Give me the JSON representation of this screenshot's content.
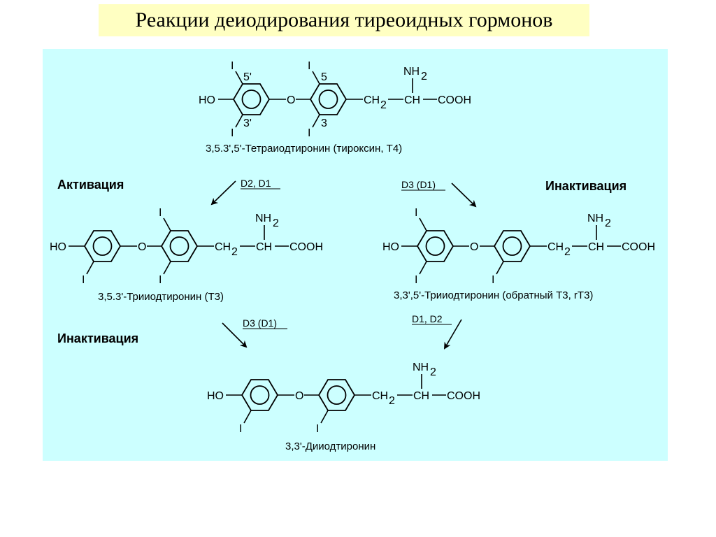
{
  "title": "Реакции деиодирования тиреоидных гормонов",
  "atoms": {
    "HO": "HO",
    "O": "O",
    "I": "I",
    "CH": "CH",
    "COOH": "COOH",
    "NH": "NH",
    "CH2": "CH",
    "sub2": "2"
  },
  "positions": {
    "p5p": "5'",
    "p3p": "3'",
    "p5": "5",
    "p3": "3"
  },
  "compounds": {
    "t4": "3,5.3',5'-Тетраиодтиронин (тироксин, Т4)",
    "t3": "3,5.3'-Трииодтиронин (Т3)",
    "rt3": "3,3',5'-Трииодтиронин (обратный Т3, rТ3)",
    "t2": "3,3'-Дииодтиронин"
  },
  "headings": {
    "activation": "Активация",
    "inactivation_right": "Инактивация",
    "inactivation_left": "Инактивация"
  },
  "enzymes": {
    "t4_to_t3": "D2, D1",
    "t4_to_rt3": "D3 (D1)",
    "t3_to_t2": "D3 (D1)",
    "rt3_to_t2": "D1, D2"
  }
}
